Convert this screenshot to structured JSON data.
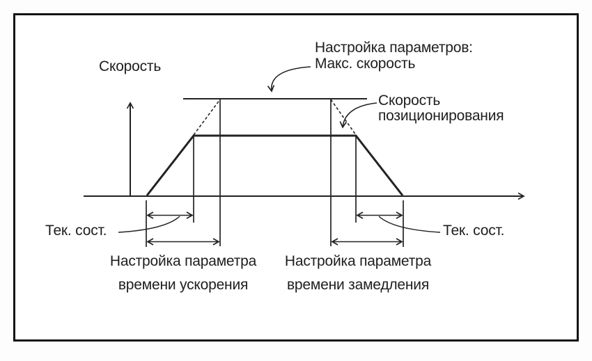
{
  "figure": {
    "background_color": "#ffffff",
    "line_color": "#222222",
    "labels": {
      "y_axis": "Скорость",
      "max_speed": {
        "line1": "Настройка параметров:",
        "line2": "Макс. скорость"
      },
      "positioning_speed": {
        "line1": "Скорость",
        "line2": "позиционирования"
      },
      "actual_state_left": "Тек. сост.",
      "actual_state_right": "Тек. сост.",
      "accel_time": {
        "line1": "Настройка параметра",
        "line2": "времени ускорения"
      },
      "decel_time": {
        "line1": "Настройка параметра",
        "line2": "времени замедления"
      }
    }
  }
}
